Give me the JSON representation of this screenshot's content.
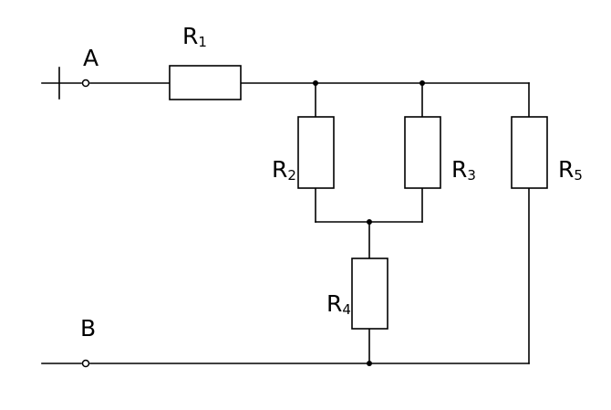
{
  "terminals": {
    "a_label": "A",
    "b_label": "B",
    "polarity": "+"
  },
  "resistors": [
    {
      "id": "R1",
      "letter": "R",
      "index": "1"
    },
    {
      "id": "R2",
      "letter": "R",
      "index": "2"
    },
    {
      "id": "R3",
      "letter": "R",
      "index": "3"
    },
    {
      "id": "R4",
      "letter": "R",
      "index": "4"
    },
    {
      "id": "R5",
      "letter": "R",
      "index": "5"
    }
  ],
  "colors": {
    "stroke": "#000000",
    "background": "#ffffff"
  }
}
